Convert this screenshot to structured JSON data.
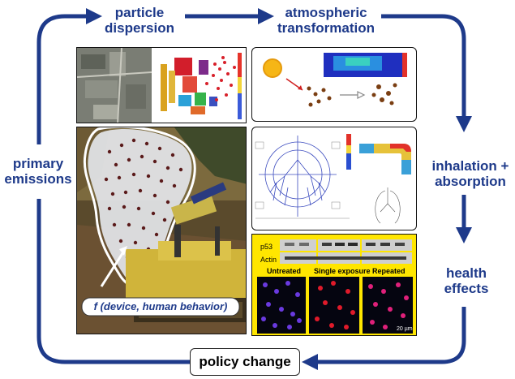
{
  "cycle": {
    "particle_dispersion_line1": "particle",
    "particle_dispersion_line2": "dispersion",
    "atmospheric_line1": "atmospheric",
    "atmospheric_line2": "transformation",
    "inhalation_line1": "inhalation +",
    "inhalation_line2": "absorption",
    "health_line1": "health",
    "health_line2": "effects",
    "policy": "policy change",
    "primary_line1": "primary",
    "primary_line2": "emissions"
  },
  "photo": {
    "formula": "f (device, human behavior)"
  },
  "health_panel": {
    "row1": "p53",
    "row2": "Actin",
    "col1": "Untreated",
    "col2": "Single exposure",
    "col3": "Repeated",
    "scale": "20 µm"
  },
  "colors": {
    "arrow": "#1e3a8a",
    "health_panel_bg": "#ffe600",
    "formula_text": "#1e3a8a"
  }
}
